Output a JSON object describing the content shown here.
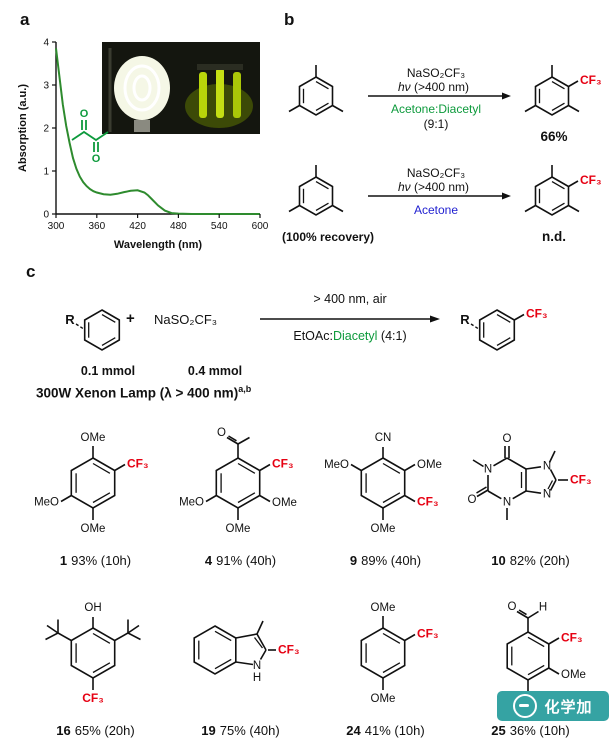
{
  "colors": {
    "cf3_red": "#e60012",
    "diacetyl_green": "#0d9a3c",
    "acetone_blue": "#1f1fd0",
    "curve_green": "#2e8b2e",
    "watermark_teal": "#35a3a3"
  },
  "chart_data": {
    "type": "line",
    "title": "",
    "xlabel": "Wavelength (nm)",
    "ylabel": "Absorption (a.u.)",
    "xlim": [
      300,
      600
    ],
    "ylim": [
      0,
      4
    ],
    "xticks": [
      300,
      360,
      420,
      480,
      540,
      600
    ],
    "yticks": [
      0,
      1,
      2,
      3,
      4
    ],
    "series_name": "diacetyl UV-vis absorption",
    "x": [
      300,
      305,
      310,
      315,
      320,
      325,
      330,
      335,
      340,
      345,
      350,
      355,
      360,
      370,
      380,
      390,
      400,
      410,
      420,
      430,
      435,
      440,
      450,
      460,
      470,
      480,
      500,
      520,
      540,
      560,
      580,
      600
    ],
    "y": [
      3.85,
      3.2,
      2.55,
      2.05,
      1.65,
      1.3,
      1.05,
      0.87,
      0.74,
      0.65,
      0.58,
      0.53,
      0.5,
      0.46,
      0.45,
      0.47,
      0.51,
      0.54,
      0.55,
      0.5,
      0.44,
      0.36,
      0.2,
      0.08,
      0.02,
      0.01,
      0.0,
      0.0,
      0.0,
      0.0,
      0.0,
      0.0
    ]
  },
  "panel_a": {
    "label": "a",
    "diacetyl": {
      "o1": "O",
      "o2": "O"
    }
  },
  "panel_b": {
    "label": "b",
    "rxn1": {
      "reagent": "NaSO₂CF₃",
      "hv": "hν",
      "hv_rest": "(>400 nm)",
      "solvents": "Acetone:Diacetyl",
      "ratio": "(9:1)",
      "yield": "66%",
      "cf3": "CF₃"
    },
    "rxn2": {
      "reagent": "NaSO₂CF₃",
      "hv": "hν",
      "hv_rest": "(>400 nm)",
      "solvent": "Acetone",
      "recovery": "(100% recovery)",
      "result": "n.d.",
      "cf3": "CF₃"
    }
  },
  "panel_c": {
    "label": "c",
    "scheme": {
      "r": "R",
      "plus": "+",
      "reagent": "NaSO₂CF₃",
      "cond_top": "> 400 nm, air",
      "solv_pre": "EtOAc:",
      "solv_green": "Diacetyl",
      "solv_post": "(4:1)",
      "amount1": "0.1 mmol",
      "amount2": "0.4 mmol",
      "r2": "R",
      "cf3": "CF₃"
    },
    "heading": "300W Xenon Lamp (λ > 400 nm)",
    "heading_sup": "a,b",
    "atoms": {
      "cf3": "CF₃",
      "ome": "OMe",
      "meo": "MeO",
      "o": "O",
      "h": "H",
      "n": "N",
      "cn": "CN",
      "oh": "OH"
    },
    "compounds": [
      {
        "num": "1",
        "result": "93% (10h)"
      },
      {
        "num": "4",
        "result": "91% (40h)"
      },
      {
        "num": "9",
        "result": "89% (40h)"
      },
      {
        "num": "10",
        "result": "82% (20h)"
      },
      {
        "num": "16",
        "result": "65% (20h)"
      },
      {
        "num": "19",
        "result": "75% (40h)"
      },
      {
        "num": "24",
        "result": "41% (10h)"
      },
      {
        "num": "25",
        "result": "36% (10h)"
      }
    ]
  },
  "watermark": {
    "text": "化学加"
  }
}
